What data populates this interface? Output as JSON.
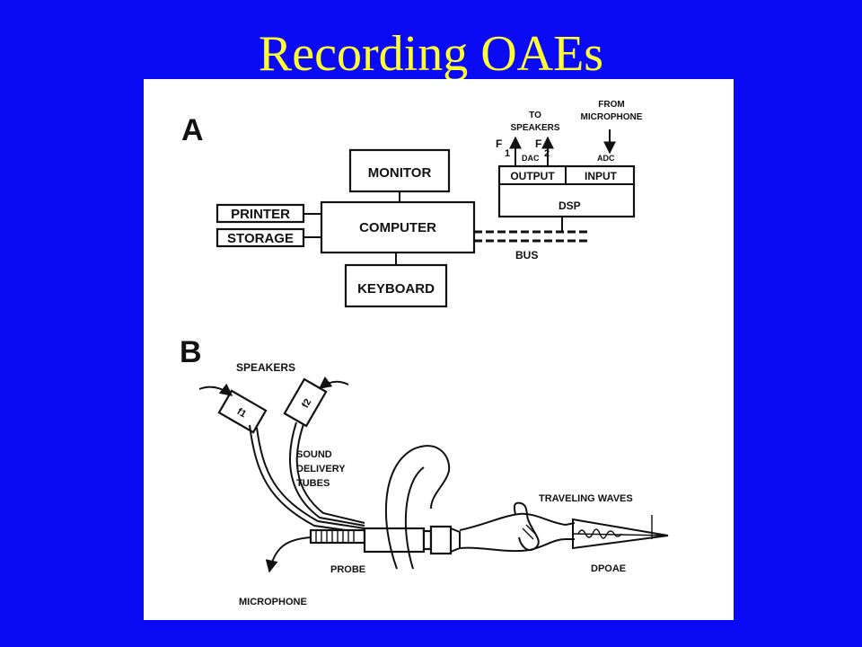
{
  "slide": {
    "title": "Recording OAEs",
    "colors": {
      "background": "#0a0af5",
      "title": "#ffff33",
      "panel": "#ffffff"
    }
  },
  "panel_a": {
    "letter": "A",
    "monitor": "MONITOR",
    "computer": "COMPUTER",
    "keyboard": "KEYBOARD",
    "printer": "PRINTER",
    "storage": "STORAGE",
    "bus": "BUS",
    "dsp": "DSP",
    "output": "OUTPUT",
    "input": "INPUT",
    "dac": "DAC",
    "adc": "ADC",
    "to_speakers_1": "TO",
    "to_speakers_2": "SPEAKERS",
    "from_mic_1": "FROM",
    "from_mic_2": "MICROPHONE",
    "f1_letter": "F",
    "f1_sub": "1",
    "f2_letter": "F",
    "f2_sub": "2"
  },
  "panel_b": {
    "letter": "B",
    "speakers": "SPEAKERS",
    "speaker_1": "f1",
    "speaker_2": "f2",
    "sound_delivery_1": "SOUND",
    "sound_delivery_2": "DELIVERY",
    "sound_delivery_3": "TUBES",
    "traveling_waves": "TRAVELING WAVES",
    "probe": "PROBE",
    "microphone": "MICROPHONE",
    "dpoae": "DPOAE"
  }
}
